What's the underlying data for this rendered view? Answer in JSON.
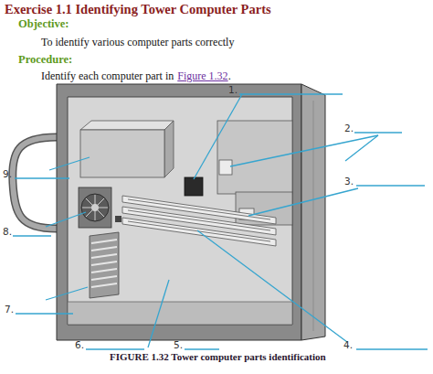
{
  "diagram": {
    "title": "Exercise 1.1 Identifying Tower Computer Parts",
    "caption": "FIGURE 1.32 Tower computer parts identification",
    "labels": [
      "Objective:",
      "To identify various computer parts correctly",
      "Procedure:",
      "Identify each computer part in",
      "Figure 1.32",
      ".",
      "1.",
      "2.",
      "3.",
      "4.",
      "5.",
      "6.",
      "7.",
      "8.",
      "9."
    ]
  }
}
